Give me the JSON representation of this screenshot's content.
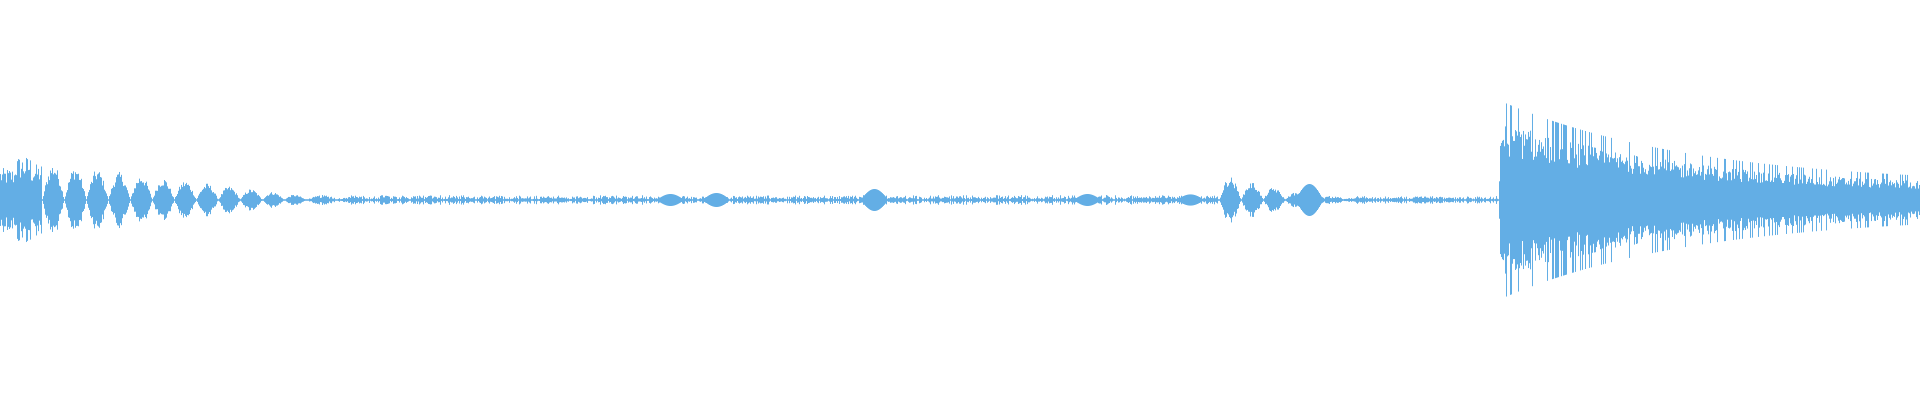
{
  "waveform": {
    "color": "#63aee5",
    "background": "#ffffff",
    "duration_fraction_segments": [
      {
        "start": 0.0,
        "end": 0.008,
        "amp": 0.16,
        "kind": "dense"
      },
      {
        "start": 0.008,
        "end": 0.016,
        "amp": 0.22,
        "kind": "dense"
      },
      {
        "start": 0.016,
        "end": 0.022,
        "amp": 0.18,
        "kind": "dense"
      },
      {
        "start": 0.022,
        "end": 0.16,
        "amp": 0.19,
        "kind": "bursts",
        "decay": 0.09
      },
      {
        "start": 0.16,
        "end": 0.635,
        "amp": 0.025,
        "kind": "quiet"
      },
      {
        "start": 0.635,
        "end": 0.685,
        "amp": 0.13,
        "kind": "bursts",
        "decay": 0.07
      },
      {
        "start": 0.685,
        "end": 0.78,
        "amp": 0.02,
        "kind": "quiet"
      },
      {
        "start": 0.78,
        "end": 1.0,
        "amp": 0.5,
        "kind": "loud",
        "decay": 0.16
      }
    ],
    "peaks": [
      {
        "at": 0.455,
        "amp": 0.055
      },
      {
        "at": 0.373,
        "amp": 0.035
      },
      {
        "at": 0.349,
        "amp": 0.03
      },
      {
        "at": 0.566,
        "amp": 0.03
      },
      {
        "at": 0.62,
        "amp": 0.028
      },
      {
        "at": 0.682,
        "amp": 0.08
      }
    ]
  }
}
